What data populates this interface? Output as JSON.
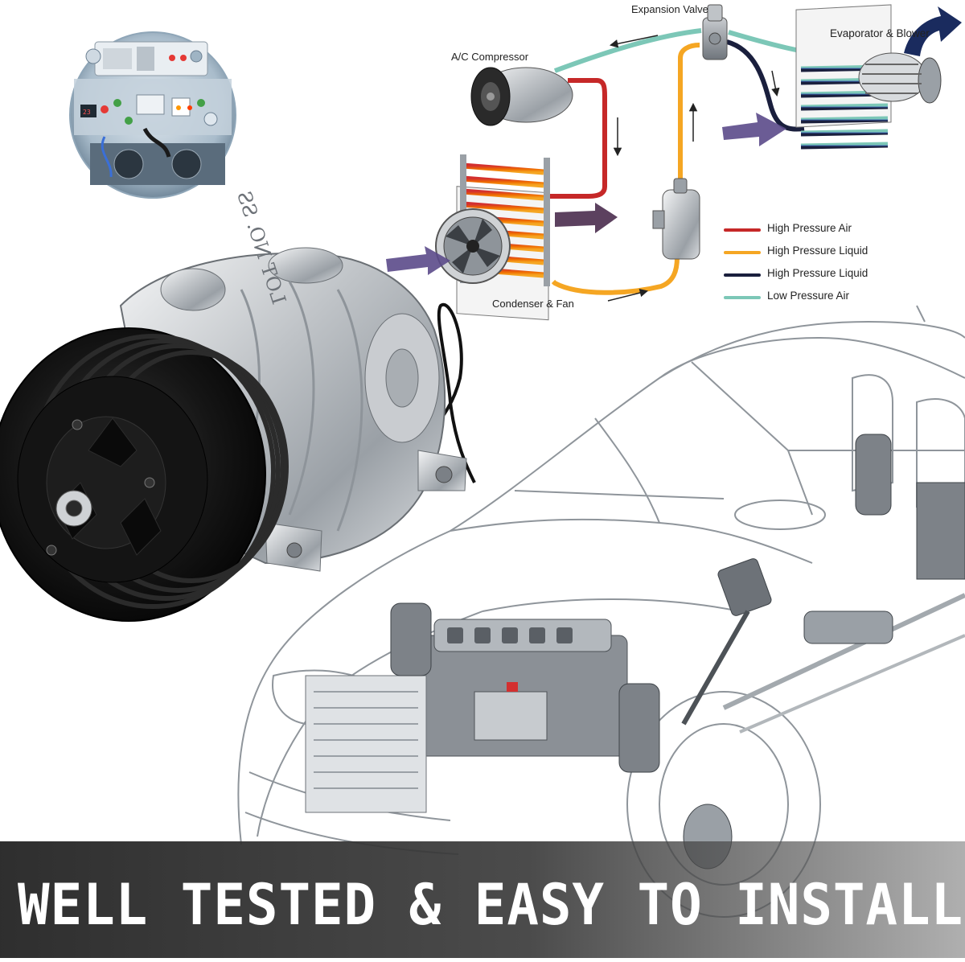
{
  "diagram": {
    "labels": {
      "expansion_valve": "Expansion Valve",
      "evaporator_blower": "Evaporator & Blower",
      "ac_compressor": "A/C Compressor",
      "condenser_fan": "Condenser & Fan"
    },
    "legend": [
      {
        "label": "High Pressure Air",
        "color": "#c62828"
      },
      {
        "label": "High Pressure Liquid",
        "color": "#f5a623"
      },
      {
        "label": "High Pressure Liquid",
        "color": "#1a1f3d"
      },
      {
        "label": "Low Pressure Air",
        "color": "#7cc7b7"
      }
    ]
  },
  "compressor_engraving": "LOT NO. SS",
  "banner": {
    "text": "WELL TESTED & EASY TO INSTALL"
  },
  "colors": {
    "high_pressure_air": "#c62828",
    "high_pressure_liquid": "#f5a623",
    "high_pressure_liquid_dark": "#1a1f3d",
    "low_pressure_air": "#7cc7b7",
    "arrow_purple": "#5b4a8a"
  }
}
